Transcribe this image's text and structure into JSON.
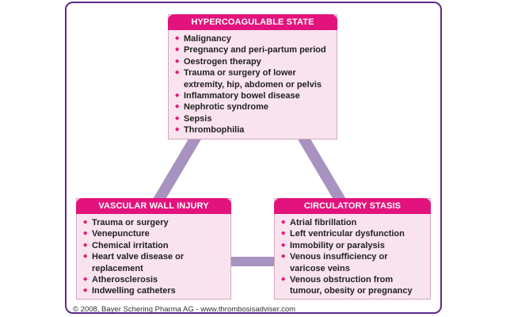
{
  "colors": {
    "frame": "#5b2a86",
    "header": "#e2137c",
    "box_fill": "#f9e3ee",
    "connector": "#a792c0",
    "bullet": "#e2137c"
  },
  "hypercoagulable": {
    "title": "HYPERCOAGULABLE STATE",
    "items": [
      "Malignancy",
      "Pregnancy and peri-partum period",
      "Oestrogen therapy",
      "Trauma or surgery of lower extremity, hip, abdomen or pelvis",
      "Inflammatory bowel disease",
      "Nephrotic syndrome",
      "Sepsis",
      "Thrombophilia"
    ]
  },
  "vascular_wall_injury": {
    "title": "VASCULAR WALL INJURY",
    "items": [
      "Trauma or surgery",
      "Venepuncture",
      "Chemical irritation",
      "Heart valve disease or replacement",
      "Atherosclerosis",
      "Indwelling catheters"
    ]
  },
  "circulatory_stasis": {
    "title": "CIRCULATORY STASIS",
    "items": [
      "Atrial fibrillation",
      "Left ventricular dysfunction",
      "Immobility or paralysis",
      "Venous insufficiency or varicose veins",
      "Venous obstruction from tumour, obesity or pregnancy"
    ]
  },
  "copyright": "© 2008, Bayer Schering Pharma AG - www.thrombosisadviser.com"
}
